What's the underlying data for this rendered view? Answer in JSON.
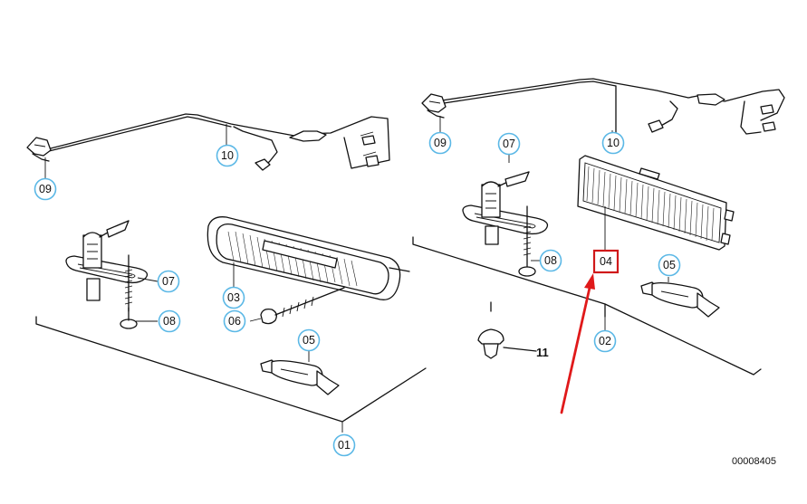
{
  "callouts": {
    "left": {
      "p09": "09",
      "p10": "10",
      "p07": "07",
      "p08": "08",
      "p03": "03",
      "p06": "06",
      "p05": "05",
      "p01": "01"
    },
    "right": {
      "p09": "09",
      "p07": "07",
      "p10": "10",
      "p08": "08",
      "p04": "04",
      "p05": "05",
      "p02": "02",
      "p11": "11"
    }
  },
  "diagram_id": "00008405",
  "colors": {
    "callout_ring": "#5bb8e6",
    "highlight_box": "#d0191a",
    "arrow": "#e0191a",
    "line": "#111111"
  }
}
